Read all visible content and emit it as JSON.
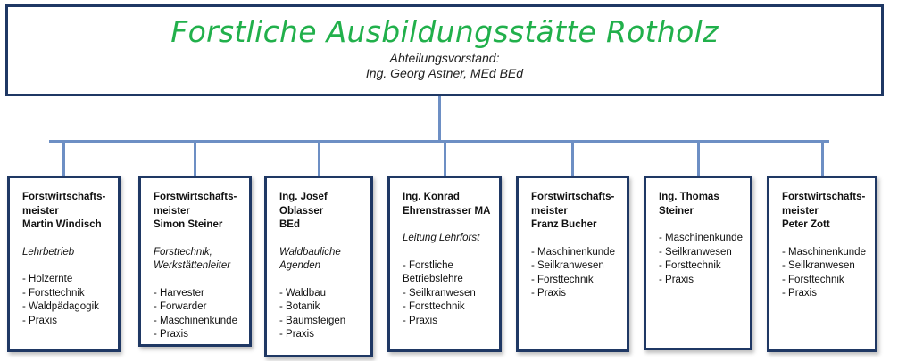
{
  "header": {
    "title": "Forstliche Ausbildungsstätte Rotholz",
    "subtitle": "Abteilungsvorstand:",
    "head": "Ing. Georg Astner, MEd BEd"
  },
  "departments": [
    {
      "name": "Forstwirtschafts-\nmeister\nMartin Windisch",
      "role": "Lehrbetrieb",
      "tasks": [
        "- Holzernte",
        "- Forsttechnik",
        "- Waldpädagogik",
        "- Praxis"
      ]
    },
    {
      "name": "Forstwirtschafts-\nmeister\nSimon Steiner",
      "role": "Forsttechnik,\nWerkstättenleiter",
      "tasks": [
        "- Harvester",
        "- Forwarder",
        "- Maschinenkunde",
        "- Praxis"
      ]
    },
    {
      "name": "Ing. Josef Oblasser\nBEd",
      "role": "Waldbauliche\nAgenden",
      "tasks": [
        "- Waldbau",
        "- Botanik",
        "- Baumsteigen",
        "- Praxis"
      ]
    },
    {
      "name": "Ing. Konrad\nEhrenstrasser MA",
      "role": "Leitung Lehrforst",
      "tasks": [
        "- Forstliche\n  Betriebslehre",
        "- Seilkranwesen",
        "- Forsttechnik",
        "- Praxis"
      ]
    },
    {
      "name": "Forstwirtschafts-\nmeister\nFranz Bucher",
      "role": "",
      "tasks": [
        "- Maschinenkunde",
        "- Seilkranwesen",
        "- Forsttechnik",
        "- Praxis"
      ]
    },
    {
      "name": "Ing. Thomas\nSteiner",
      "role": "",
      "tasks": [
        "- Maschinenkunde",
        "- Seilkranwesen",
        "- Forsttechnik",
        "- Praxis"
      ]
    },
    {
      "name": "Forstwirtschafts-\nmeister\nPeter Zott",
      "role": "",
      "tasks": [
        "- Maschinenkunde",
        "- Seilkranwesen",
        "- Forsttechnik",
        "- Praxis"
      ]
    }
  ]
}
